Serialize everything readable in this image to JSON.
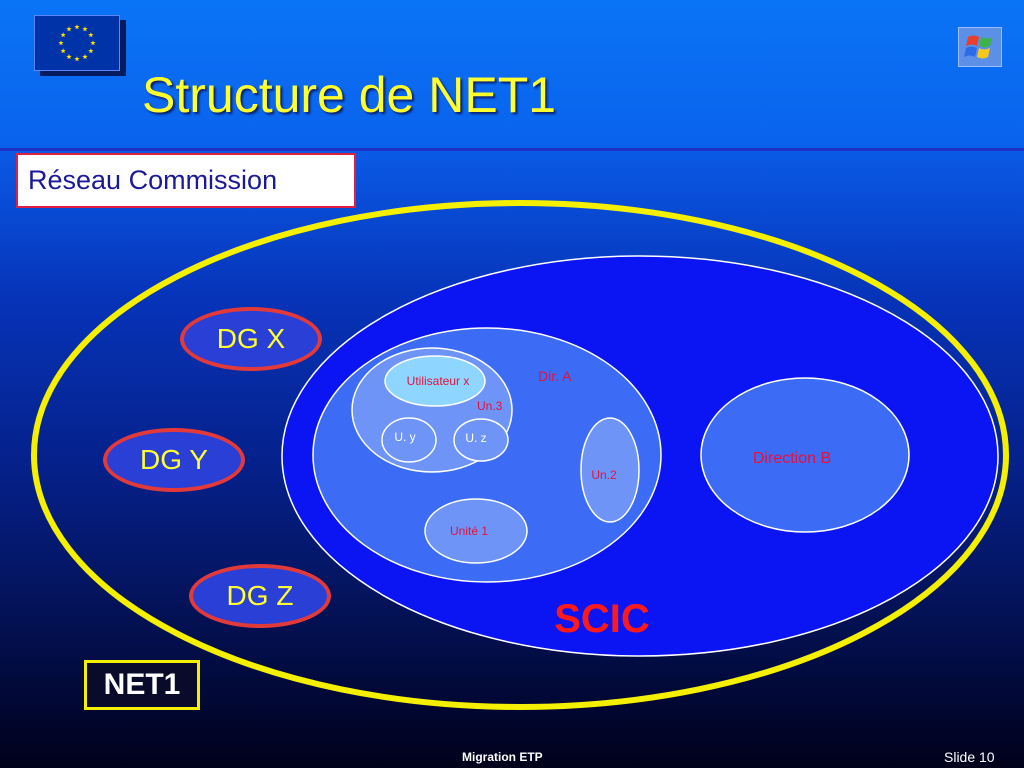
{
  "slide": {
    "title": "Structure de NET1",
    "footer_center": "Migration ETP",
    "footer_right": "Slide 10"
  },
  "boxes": {
    "reseau": "Réseau Commission",
    "net1": "NET1"
  },
  "dgs": [
    {
      "label": "DG X"
    },
    {
      "label": "DG Y"
    },
    {
      "label": "DG Z"
    }
  ],
  "scic": {
    "label": "SCIC",
    "dir_a": {
      "label": "Dir. A",
      "un3": {
        "label": "Un.3",
        "utilisateur": "Utilisateur x",
        "uy": "U. y",
        "uz": "U. z"
      },
      "un2": "Un.2",
      "unite1": "Unité 1"
    },
    "direction_b": "Direction B"
  },
  "colors": {
    "outer_ring": "#f5f000",
    "scic_fill": "#0b14f2",
    "dir_a_fill": "#3c6cf5",
    "inner_fill": "#6e94f7",
    "utilisateur_fill": "#8ed6ff",
    "label_red": "#e8103a",
    "title_yellow": "#ffff2e"
  },
  "icons": {
    "logo_left": "eu-flag-icon",
    "logo_right": "windows-logo-icon"
  }
}
